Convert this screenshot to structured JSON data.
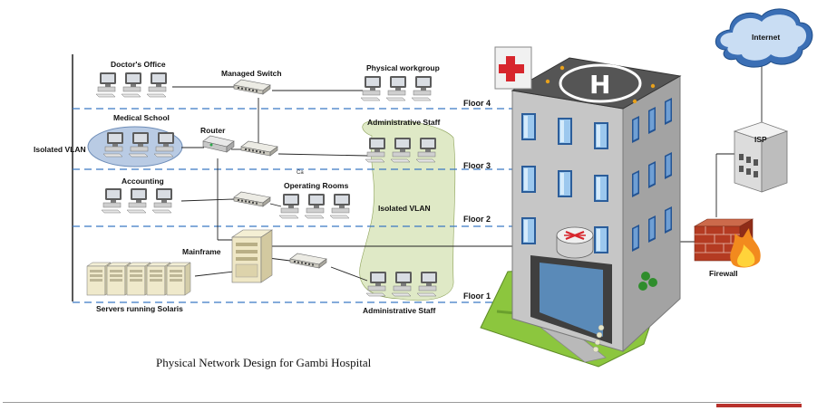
{
  "labels": {
    "doctors_office": "Doctor's Office",
    "managed_switch": "Managed Switch",
    "physical_workgroup": "Physical workgroup",
    "medical_school": "Medical School",
    "router": "Router",
    "administrative_staff_top": "Administrative Staff",
    "isolated_vlan_left": "Isolated VLAN",
    "accounting": "Accounting",
    "operating_rooms": "Operating Rooms",
    "isolated_vlan_center": "Isolated VLAN",
    "mainframe": "Mainframe",
    "servers": "Servers running Solaris",
    "administrative_staff_bottom": "Administrative Staff",
    "internet": "Internet",
    "isp": "ISP",
    "firewall": "Firewall",
    "small_mark": "Ca"
  },
  "floors": {
    "floor4": "Floor 4",
    "floor3": "Floor 3",
    "floor2": "Floor 2",
    "floor1": "Floor 1"
  },
  "caption": "Physical Network Design for Gambi Hospital",
  "colors": {
    "floor_line": "#3b79c4",
    "vlan_fill": "#dfe9c6",
    "medical_school_fill": "#b9cbe4",
    "building_roof": "#555555",
    "helipad_circle": "#ffffff",
    "red_cross": "#d7262d",
    "grass": "#8cc63e",
    "firewall_brick": "#b43b22",
    "footer_accent": "#b8322c"
  },
  "icons": {
    "workstation": "desktop-computer-icon",
    "switch": "network-switch-icon",
    "router": "router-icon",
    "server": "tower-server-icon",
    "mainframe": "mainframe-icon",
    "building": "hospital-building-icon",
    "cloud": "internet-cloud-icon",
    "firewall": "firewall-icon",
    "isp": "isp-building-icon"
  }
}
